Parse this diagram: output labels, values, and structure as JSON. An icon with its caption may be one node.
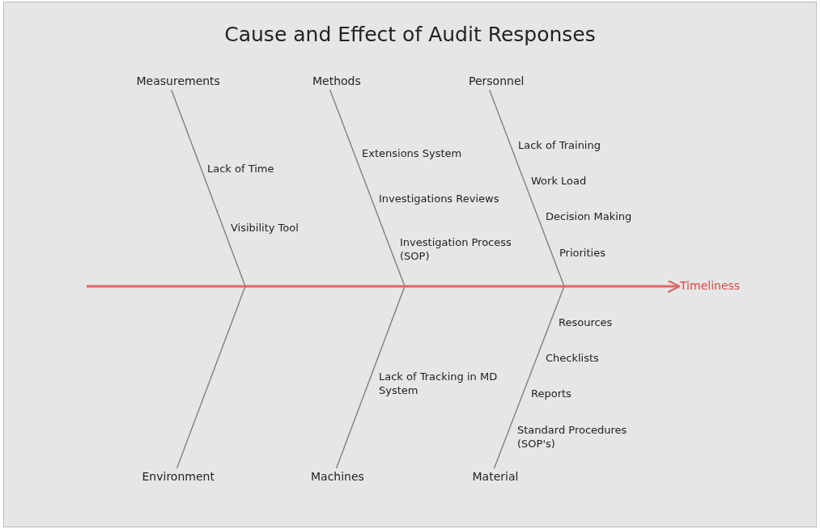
{
  "diagram": {
    "title": "Cause and Effect of Audit Responses",
    "nodes": [
      {
        "text": [
          "Measurements"
        ]
      },
      {
        "text": [
          "Methods"
        ]
      },
      {
        "text": [
          "Personnel"
        ]
      },
      {
        "text": [
          "Timeliness"
        ]
      },
      {
        "text": [
          "Environment"
        ]
      },
      {
        "text": [
          "Machines"
        ]
      },
      {
        "text": [
          "Material"
        ]
      }
    ],
    "edges": [
      {
        "from": null,
        "to": 3,
        "arrow": "to",
        "style": "thick",
        "color": "#e06666"
      },
      {
        "from": 0,
        "to": 3,
        "arrow": "none"
      },
      {
        "from": 1,
        "to": 3,
        "arrow": "none"
      },
      {
        "from": 2,
        "to": 3,
        "arrow": "none"
      },
      {
        "from": 4,
        "to": 3,
        "arrow": "none"
      },
      {
        "from": 5,
        "to": 3,
        "arrow": "none"
      },
      {
        "from": 6,
        "to": 3,
        "arrow": "none"
      }
    ],
    "labels": [
      "Lack of Training",
      "Extensions System",
      "Lack of Time",
      "Work Load",
      "Investigations Reviews",
      "Decision Making",
      "Visibility Tool",
      "Investigation Process (SOP)",
      "Priorities",
      "Resources",
      "Checklists",
      "Lack of Tracking in MD System",
      "Reports",
      "Standard Procedures (SOP's)"
    ]
  }
}
